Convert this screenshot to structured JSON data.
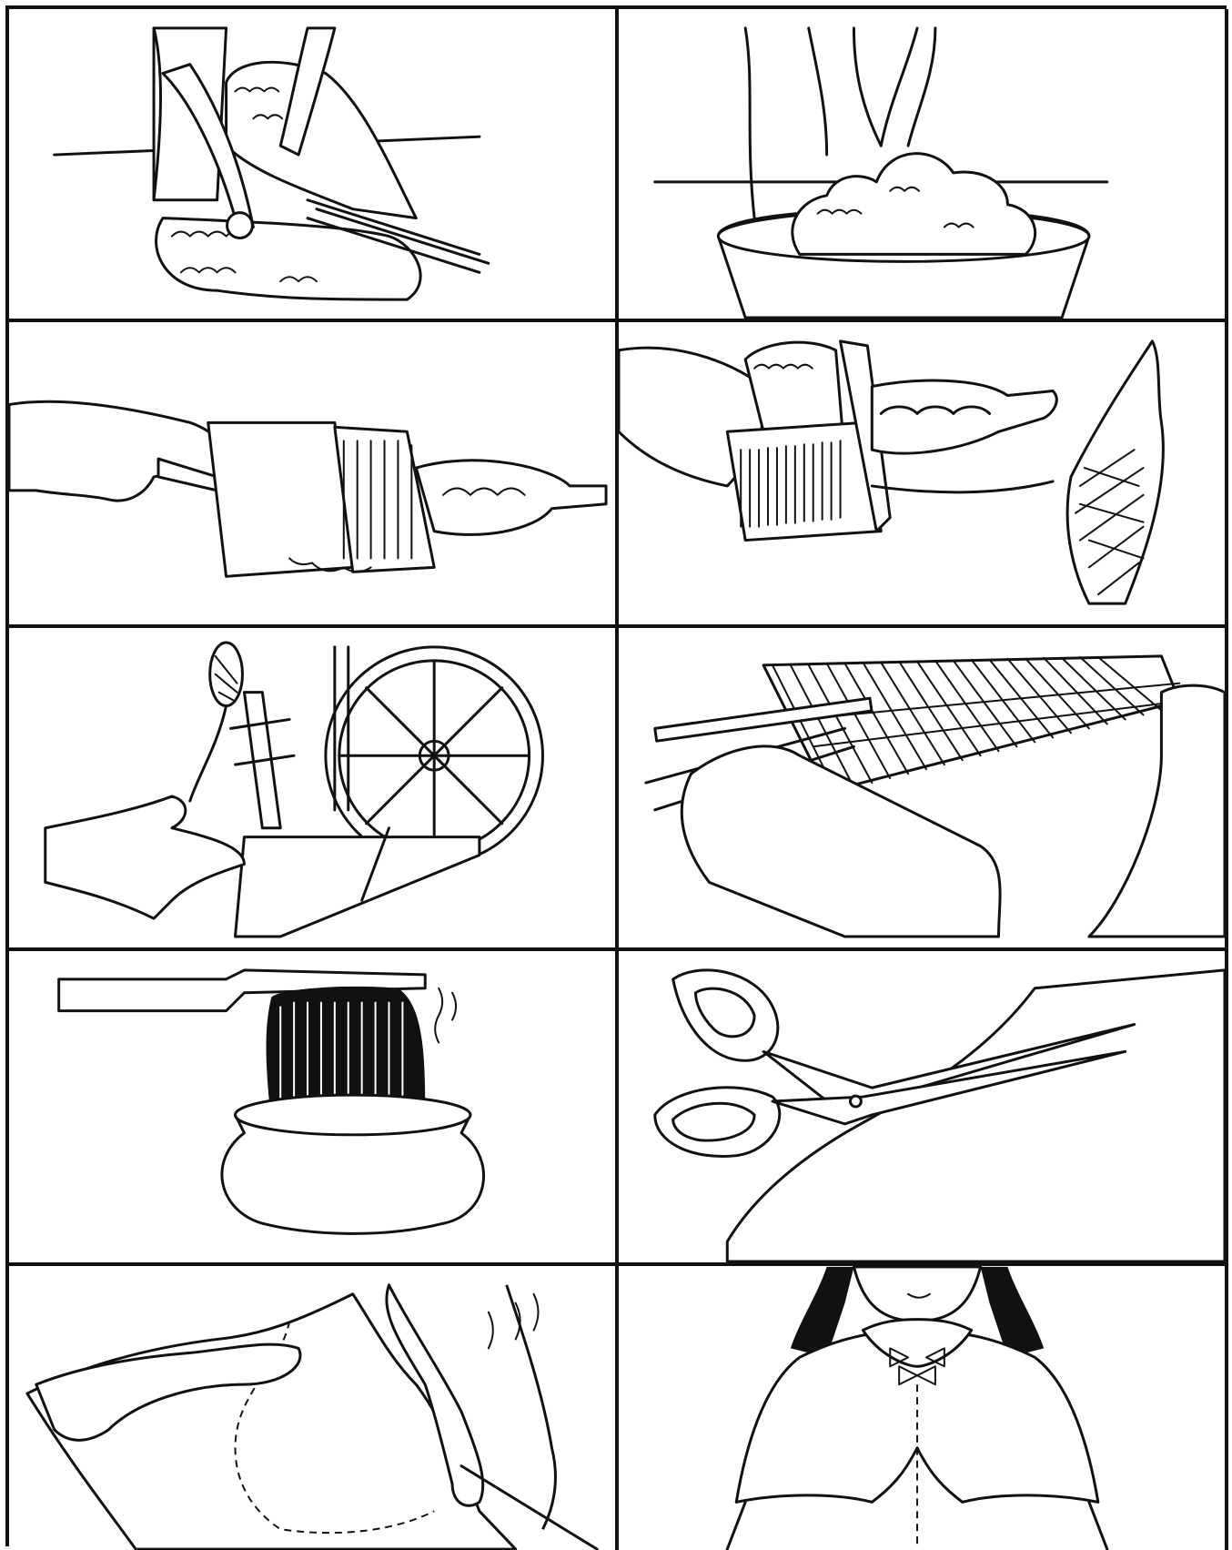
{
  "worksheet": {
    "panels": [
      {
        "id": "shearing",
        "icon": "shearing-sheep-icon"
      },
      {
        "id": "washing",
        "icon": "washing-wool-icon"
      },
      {
        "id": "carding-start",
        "icon": "carding-paddles-icon"
      },
      {
        "id": "carding-roll",
        "icon": "carded-roll-icon"
      },
      {
        "id": "spinning",
        "icon": "spinning-wheel-icon"
      },
      {
        "id": "weaving",
        "icon": "loom-weaving-icon"
      },
      {
        "id": "dyeing",
        "icon": "dye-pot-icon"
      },
      {
        "id": "cutting",
        "icon": "scissors-cutting-icon"
      },
      {
        "id": "sewing",
        "icon": "needle-sewing-icon"
      },
      {
        "id": "finished",
        "icon": "cape-garment-icon"
      }
    ],
    "colors": {
      "ink": "#111111",
      "paper": "#ffffff"
    }
  }
}
